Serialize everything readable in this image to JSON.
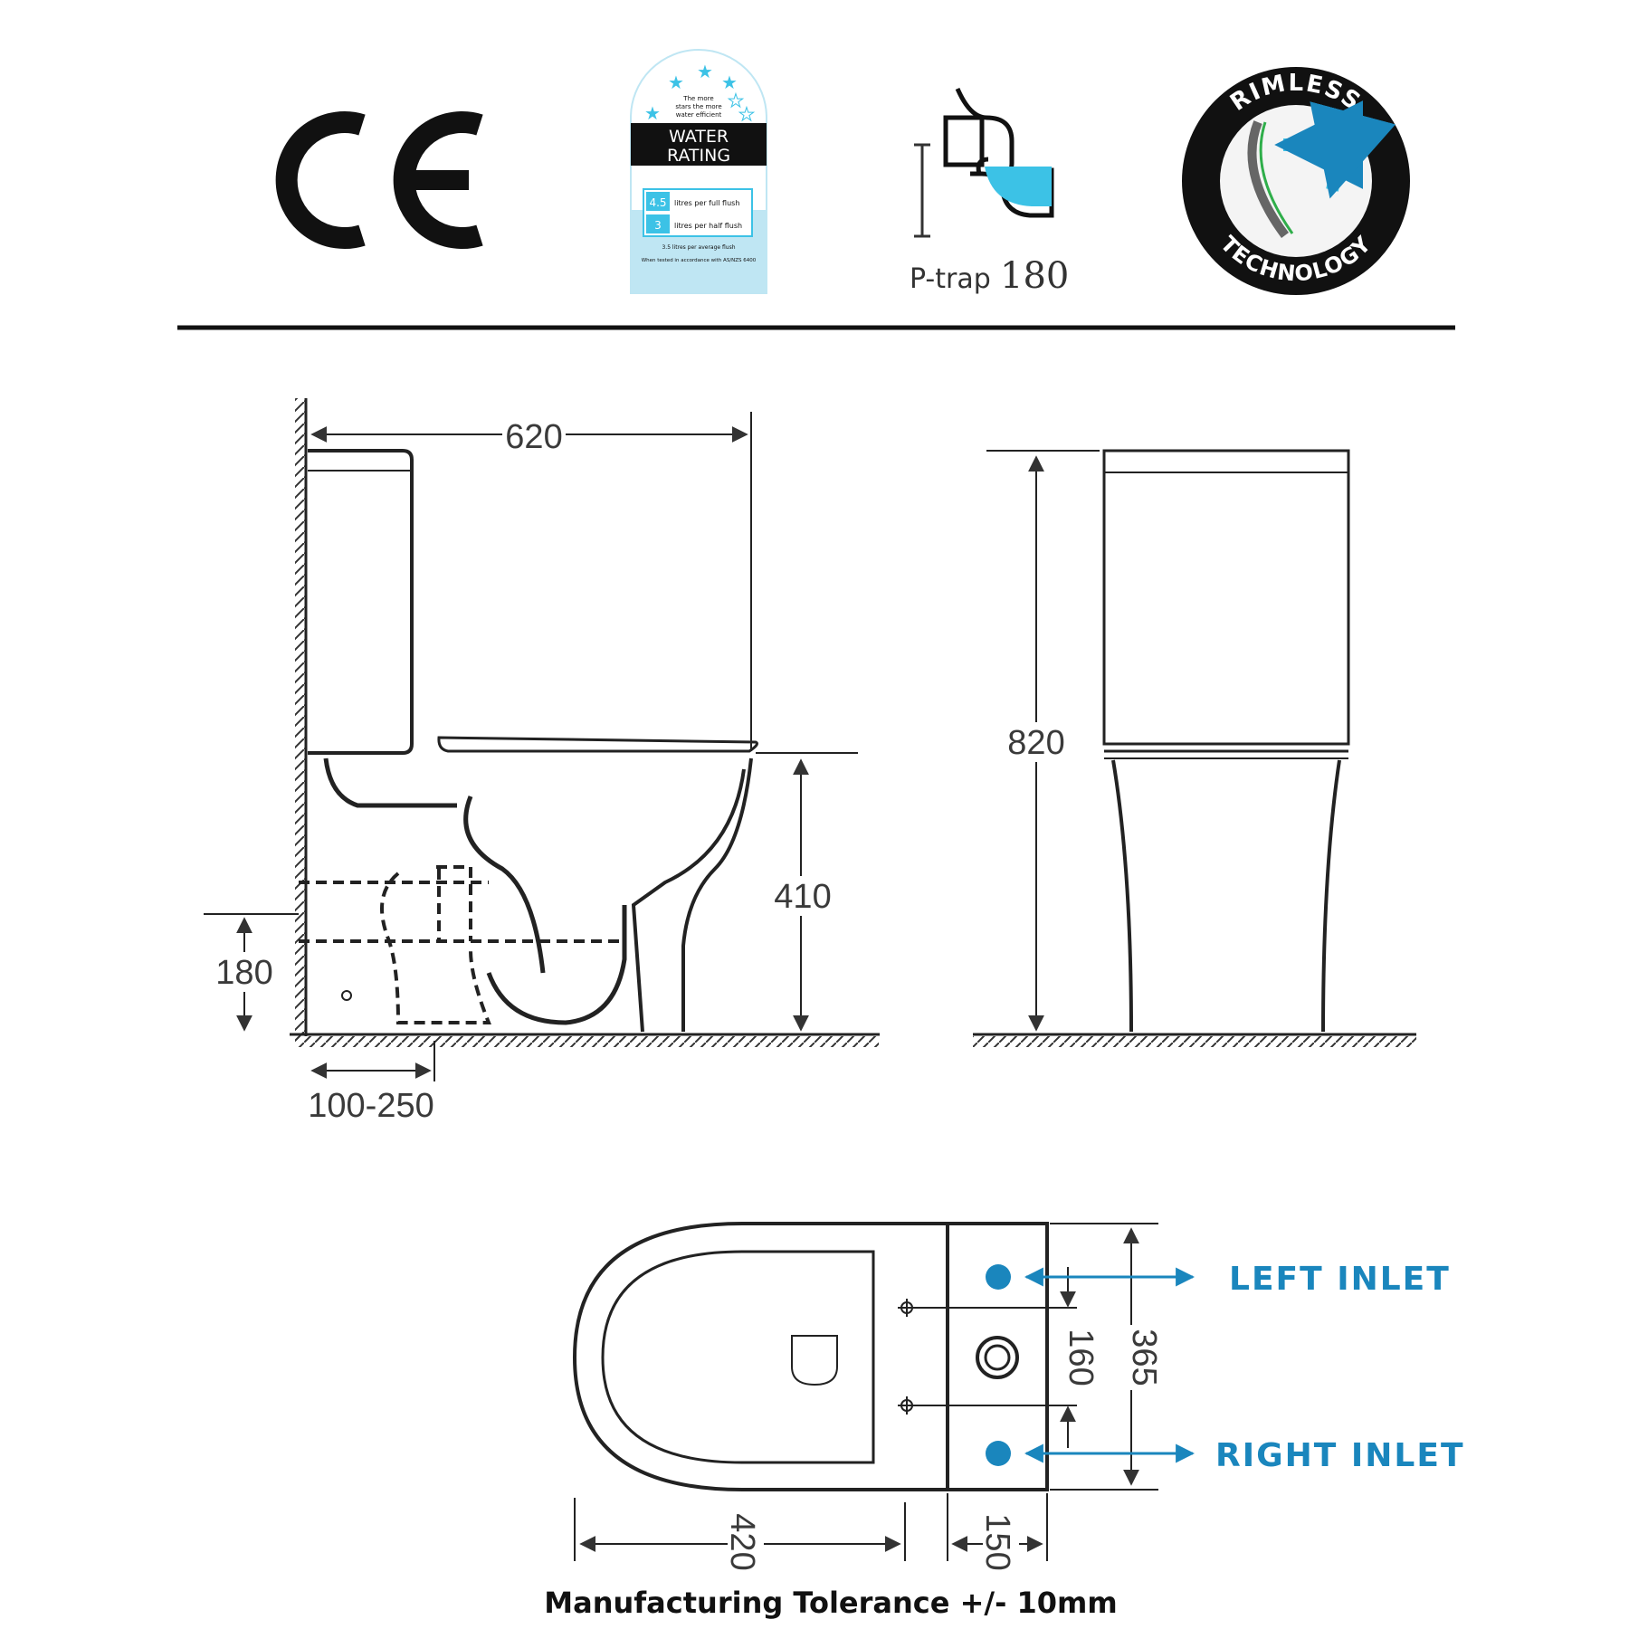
{
  "certifications": {
    "ce_mark": "CE",
    "water_rating": {
      "tagline": [
        "The more",
        "stars the more",
        "water efficient"
      ],
      "title": [
        "WATER",
        "RATING"
      ],
      "full_flush_value": "4.5",
      "full_flush_label": "litres per full flush",
      "half_flush_value": "3",
      "half_flush_label": "litres per half flush",
      "average_note": "3.5 litres per average flush",
      "standard_note": "When tested in accordance with AS/NZS 6400",
      "stars_filled": 4,
      "stars_total": 6
    },
    "ptrap": {
      "label": "P-trap",
      "value": "180"
    },
    "rimless": {
      "top_text": "RIMLESS",
      "bottom_text": "TECHNOLOGY"
    }
  },
  "side_view": {
    "overall_length": "620",
    "seat_height": "410",
    "trap_height": "180",
    "wall_distance": "100-250"
  },
  "front_view": {
    "overall_height": "820"
  },
  "top_view": {
    "bowl_length": "420",
    "tank_depth": "150",
    "inlet_spacing": "160",
    "tank_width": "365",
    "left_inlet": "LEFT INLET",
    "right_inlet": "RIGHT INLET"
  },
  "footer": {
    "tolerance_note": "Manufacturing Tolerance +/- 10mm"
  },
  "colors": {
    "accent_blue": "#1a86bd",
    "water_blue": "#3cc2e6",
    "line": "#2b2b2b",
    "black": "#111111"
  }
}
